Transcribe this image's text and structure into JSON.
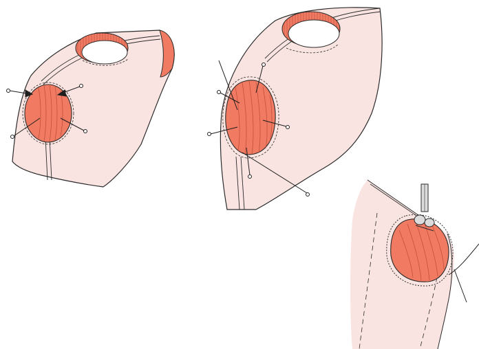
{
  "colors": {
    "background": "#ffffff",
    "fabric": "#f9e4e1",
    "patch": "#f07a62",
    "patch_hatch": "#c0523e",
    "outline": "#2a2a2a",
    "pin_line": "#1e1e1e"
  },
  "figures": [
    {
      "name": "pinned-patch-figure",
      "pin_count": 4
    },
    {
      "name": "tacked-patch-figure",
      "pin_count": 6
    },
    {
      "name": "stitched-patch-figure",
      "pin_count": 0
    }
  ]
}
